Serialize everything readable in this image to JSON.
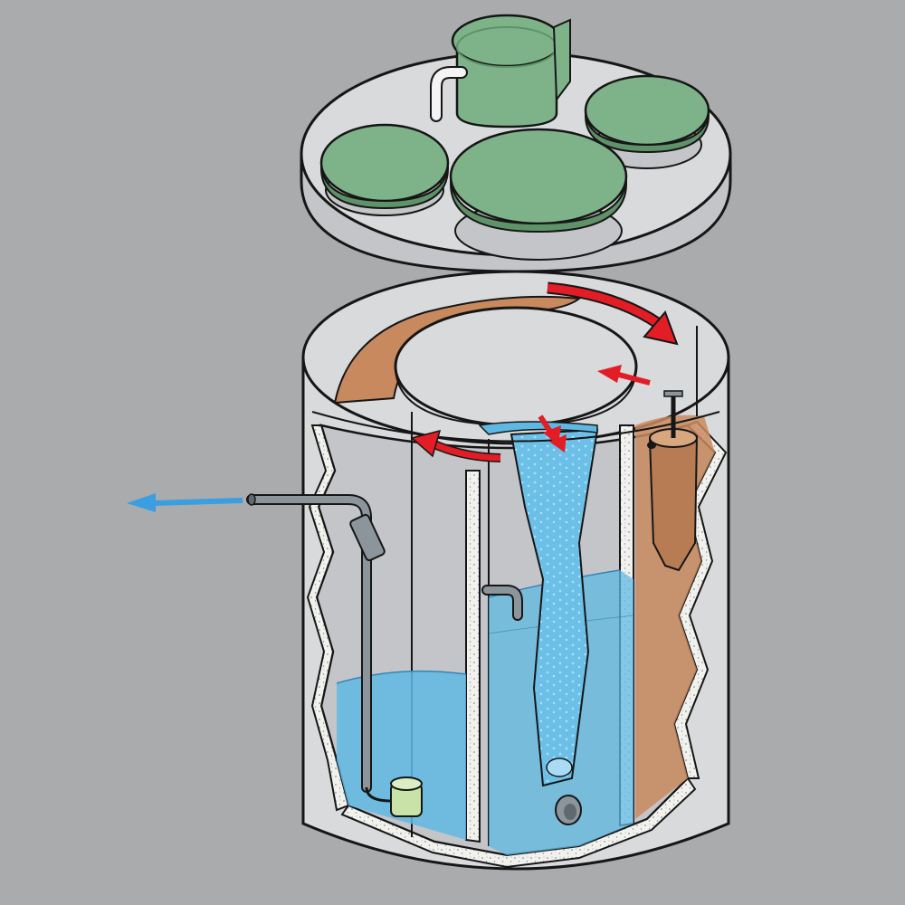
{
  "colors": {
    "background": "#a9abad",
    "concrete": "#d9dadc",
    "concrete_shadow": "#c3c5c8",
    "cut_section": "#f1f1ee",
    "outline": "#161616",
    "water": "#5fb8e3",
    "water_dark": "#3c9fd3",
    "sludge": "#c8895e",
    "sludge_dark": "#ad7047",
    "lid_green": "#7eb38a",
    "lid_green_dark": "#5e9269",
    "pipe_grey": "#8c959b",
    "pump_green": "#c9e2a8",
    "flow_arrow_red": "#e21d26",
    "outflow_arrow_blue": "#3a9ee0"
  },
  "diagram": {
    "components": [
      {
        "name": "cover-slab"
      },
      {
        "name": "filter-shaft-cover"
      },
      {
        "name": "maintenance-lid-left"
      },
      {
        "name": "maintenance-lid-right"
      },
      {
        "name": "maintenance-lid-front"
      },
      {
        "name": "tank-shell"
      },
      {
        "name": "sludge-chamber"
      },
      {
        "name": "aeration-shaft"
      },
      {
        "name": "clear-water-chamber"
      },
      {
        "name": "submersible-pump"
      },
      {
        "name": "outlet-pipe"
      }
    ],
    "icons": [
      "curved-arrow-icon",
      "straight-arrow-icon",
      "outflow-arrow-icon",
      "pipe-elbow-icon"
    ]
  }
}
